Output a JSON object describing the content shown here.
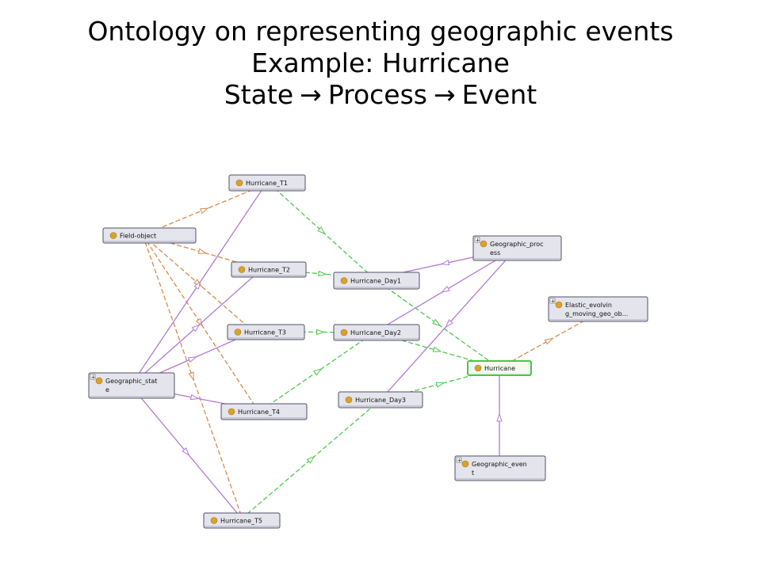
{
  "title": {
    "line1": "Ontology on representing geographic events",
    "line2": "Example: Hurricane",
    "line3": {
      "state": "State",
      "process": "Process",
      "event": "Event",
      "arrow": "→"
    }
  },
  "colors": {
    "orange_edge": "#d88a4a",
    "green_edge": "#4cc84c",
    "purple_edge": "#b27ad2",
    "node_fill": "#e4e4ec",
    "highlight": "#46c846",
    "dot": "#d9a22a"
  },
  "nodes": [
    {
      "id": "hurricane_t1",
      "lines": [
        "Hurricane_T1"
      ]
    },
    {
      "id": "field_object",
      "lines": [
        "Field-object"
      ]
    },
    {
      "id": "hurricane_t2",
      "lines": [
        "Hurricane_T2"
      ]
    },
    {
      "id": "hurricane_day1",
      "lines": [
        "Hurricane_Day1"
      ]
    },
    {
      "id": "geographic_process",
      "lines": [
        "Geographic_proc",
        "ess"
      ],
      "expandable": true
    },
    {
      "id": "elastic",
      "lines": [
        "Elastic_evolvin",
        "g_moving_geo_ob..."
      ],
      "expandable": true
    },
    {
      "id": "hurricane_t3",
      "lines": [
        "Hurricane_T3"
      ]
    },
    {
      "id": "hurricane_day2",
      "lines": [
        "Hurricane_Day2"
      ]
    },
    {
      "id": "hurricane",
      "lines": [
        "Hurricane"
      ],
      "highlight": true
    },
    {
      "id": "geographic_state",
      "lines": [
        "Geographic_stat",
        "e"
      ],
      "expandable": true
    },
    {
      "id": "hurricane_t4",
      "lines": [
        "Hurricane_T4"
      ]
    },
    {
      "id": "hurricane_day3",
      "lines": [
        "Hurricane_Day3"
      ]
    },
    {
      "id": "geographic_event",
      "lines": [
        "Geographic_even",
        "t"
      ],
      "expandable": true
    },
    {
      "id": "hurricane_t5",
      "lines": [
        "Hurricane_T5"
      ]
    }
  ],
  "edges": [
    {
      "from": "field_object",
      "to": "hurricane_t1",
      "type": "orange"
    },
    {
      "from": "field_object",
      "to": "hurricane_t2",
      "type": "orange"
    },
    {
      "from": "field_object",
      "to": "hurricane_t3",
      "type": "orange"
    },
    {
      "from": "field_object",
      "to": "hurricane_t4",
      "type": "orange"
    },
    {
      "from": "field_object",
      "to": "hurricane_t5",
      "type": "orange"
    },
    {
      "from": "hurricane",
      "to": "elastic",
      "type": "orange"
    },
    {
      "from": "hurricane_t1",
      "to": "hurricane_day1",
      "type": "green"
    },
    {
      "from": "hurricane_t2",
      "to": "hurricane_day1",
      "type": "green"
    },
    {
      "from": "hurricane_t3",
      "to": "hurricane_day2",
      "type": "green"
    },
    {
      "from": "hurricane_t4",
      "to": "hurricane_day2",
      "type": "green"
    },
    {
      "from": "hurricane_t5",
      "to": "hurricane_day3",
      "type": "green"
    },
    {
      "from": "hurricane_day1",
      "to": "hurricane",
      "type": "green"
    },
    {
      "from": "hurricane_day2",
      "to": "hurricane",
      "type": "green"
    },
    {
      "from": "hurricane_day3",
      "to": "hurricane",
      "type": "green"
    },
    {
      "from": "geographic_state",
      "to": "hurricane_t1",
      "type": "purple"
    },
    {
      "from": "geographic_state",
      "to": "hurricane_t2",
      "type": "purple"
    },
    {
      "from": "geographic_state",
      "to": "hurricane_t3",
      "type": "purple"
    },
    {
      "from": "geographic_state",
      "to": "hurricane_t4",
      "type": "purple"
    },
    {
      "from": "geographic_state",
      "to": "hurricane_t5",
      "type": "purple"
    },
    {
      "from": "geographic_process",
      "to": "hurricane_day1",
      "type": "purple"
    },
    {
      "from": "geographic_process",
      "to": "hurricane_day2",
      "type": "purple"
    },
    {
      "from": "geographic_process",
      "to": "hurricane_day3",
      "type": "purple"
    },
    {
      "from": "geographic_event",
      "to": "hurricane",
      "type": "purple"
    }
  ]
}
